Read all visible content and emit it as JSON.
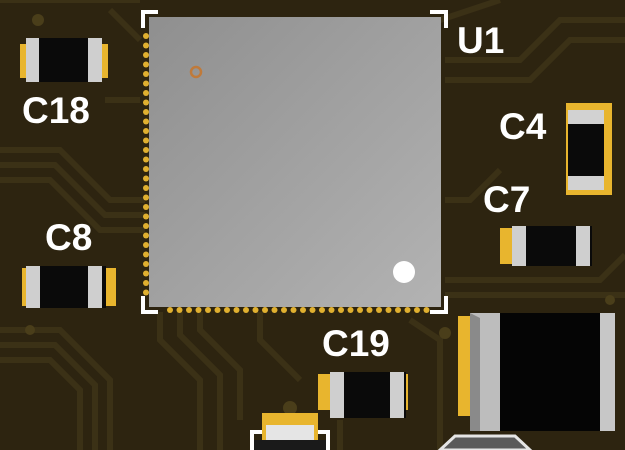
{
  "board": {
    "colors": {
      "substrate": "#2d2410",
      "trace": "#3b3116",
      "pad": "#e8b52e",
      "silkscreen": "#ffffff",
      "body": "#0a0a0a",
      "endcap": "#c9c9c9",
      "ic": "#a6a6a6"
    }
  },
  "designators": {
    "u1": "U1",
    "c18": "C18",
    "c4": "C4",
    "c7": "C7",
    "c8": "C8",
    "c19": "C19"
  }
}
